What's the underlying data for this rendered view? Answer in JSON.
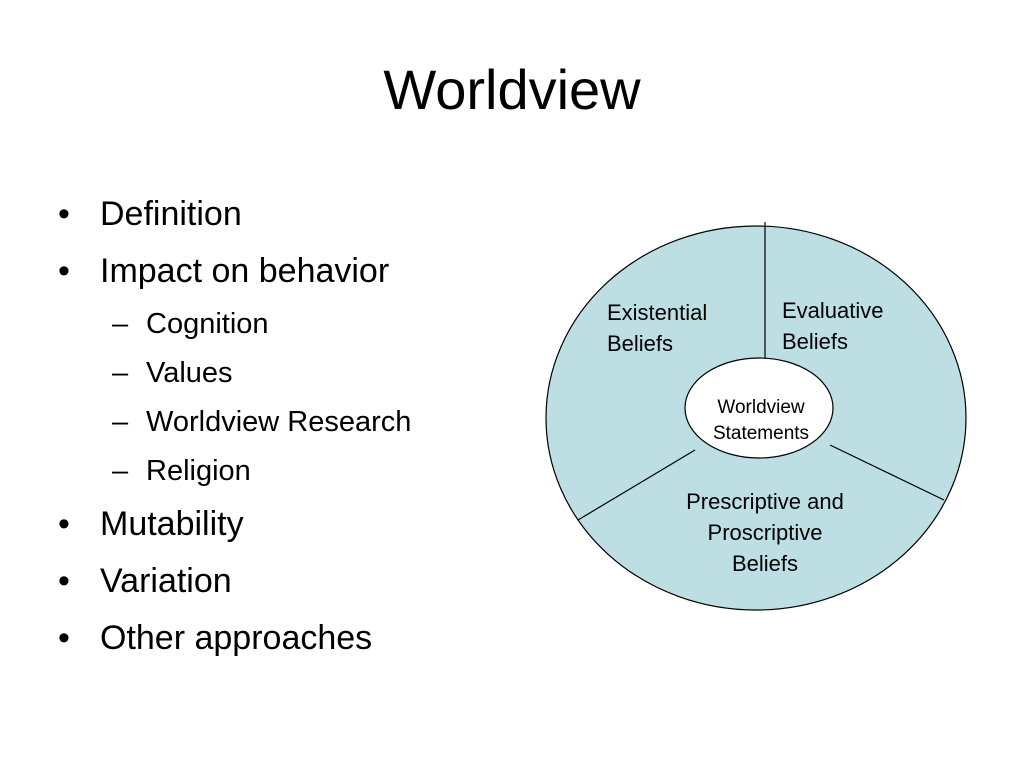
{
  "slide": {
    "title": "Worldview"
  },
  "bullets": [
    {
      "label": "Definition"
    },
    {
      "label": "Impact on behavior",
      "subitems": [
        "Cognition",
        "Values",
        "Worldview Research",
        "Religion"
      ]
    },
    {
      "label": "Mutability"
    },
    {
      "label": "Variation"
    },
    {
      "label": "Other approaches"
    }
  ],
  "diagram": {
    "fill_color": "#bddfe3",
    "stroke_color": "#000000",
    "segments": {
      "existential": {
        "line1": "Existential",
        "line2": "Beliefs"
      },
      "evaluative": {
        "line1": "Evaluative",
        "line2": "Beliefs"
      },
      "prescriptive": {
        "line1": "Prescriptive and",
        "line2": "Proscriptive",
        "line3": "Beliefs"
      }
    },
    "center": {
      "line1": "Worldview",
      "line2": "Statements"
    }
  }
}
